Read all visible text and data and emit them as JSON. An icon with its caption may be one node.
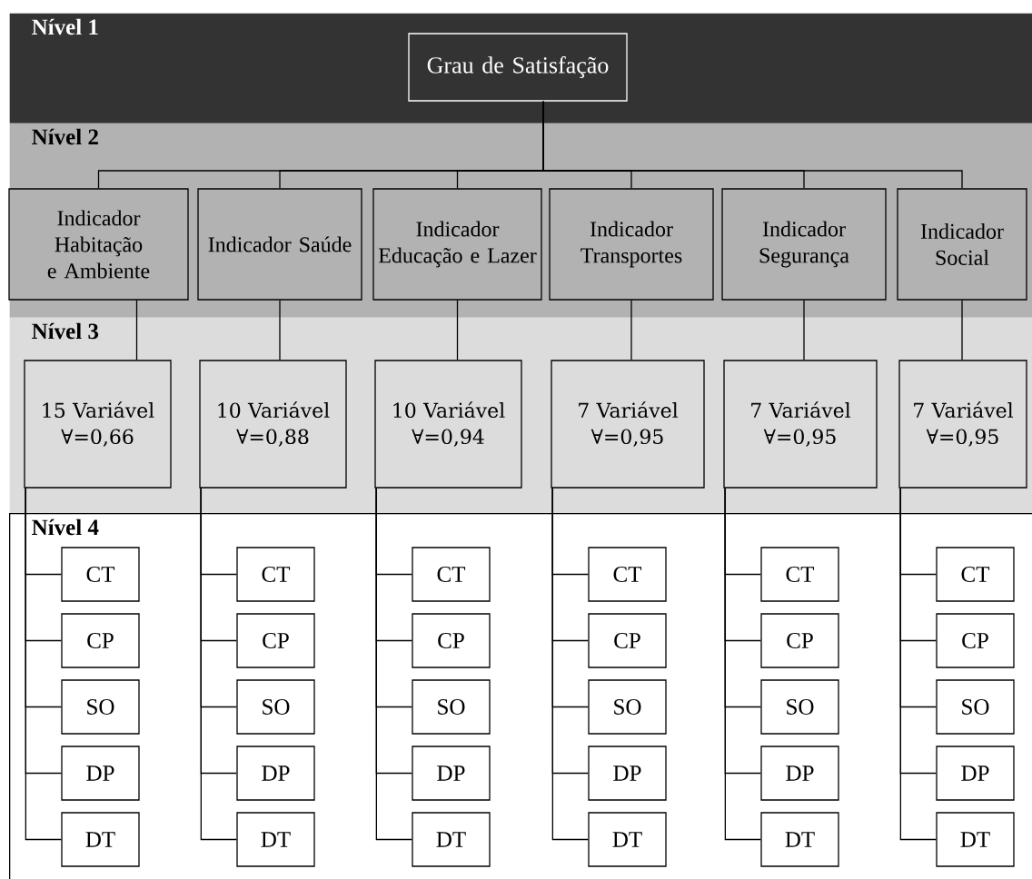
{
  "diagram": {
    "nodes": [
      {
        "text": [
          "Nível 1"
        ]
      },
      {
        "text": [
          "Grau de Satisfação"
        ],
        "in": 0
      },
      {
        "text": [
          "Nível 2"
        ]
      },
      {
        "text": [
          "Indicador Habitação e Ambiente"
        ],
        "in": 2
      },
      {
        "text": [
          "Indicador Saúde"
        ],
        "in": 2
      },
      {
        "text": [
          "Indicador Educação e Lazer"
        ],
        "in": 2
      },
      {
        "text": [
          "Indicador Transportes"
        ],
        "in": 2
      },
      {
        "text": [
          "Indicador Segurança"
        ],
        "in": 2
      },
      {
        "text": [
          "Indicador Social"
        ],
        "in": 2
      },
      {
        "text": [
          "Nível 3"
        ]
      },
      {
        "text": [
          "15 Variável ∀=0,66"
        ],
        "in": 9
      },
      {
        "text": [
          "10 Variável ∀=0,88"
        ],
        "in": 9
      },
      {
        "text": [
          "10 Variável ∀=0,94"
        ],
        "in": 9
      },
      {
        "text": [
          "7 Variável ∀=0,95"
        ],
        "in": 9
      },
      {
        "text": [
          "7 Variável ∀=0,95"
        ],
        "in": 9
      },
      {
        "text": [
          "7 Variável ∀=0,95"
        ],
        "in": 9
      },
      {
        "text": [
          "Nível 4"
        ]
      },
      {
        "text": [
          "CT"
        ],
        "in": 16
      },
      {
        "text": [
          "CP"
        ],
        "in": 16
      },
      {
        "text": [
          "SO"
        ],
        "in": 16
      },
      {
        "text": [
          "DP"
        ],
        "in": 16
      },
      {
        "text": [
          "DT"
        ],
        "in": 16
      },
      {
        "text": [
          "CT"
        ],
        "in": 16
      },
      {
        "text": [
          "CP"
        ],
        "in": 16
      },
      {
        "text": [
          "SO"
        ],
        "in": 16
      },
      {
        "text": [
          "DP"
        ],
        "in": 16
      },
      {
        "text": [
          "DT"
        ],
        "in": 16
      },
      {
        "text": [
          "CT"
        ],
        "in": 16
      },
      {
        "text": [
          "CP"
        ],
        "in": 16
      },
      {
        "text": [
          "SO"
        ],
        "in": 16
      },
      {
        "text": [
          "DP"
        ],
        "in": 16
      },
      {
        "text": [
          "DT"
        ],
        "in": 16
      },
      {
        "text": [
          "CT"
        ],
        "in": 16
      },
      {
        "text": [
          "CP"
        ],
        "in": 16
      },
      {
        "text": [
          "SO"
        ],
        "in": 16
      },
      {
        "text": [
          "DP"
        ],
        "in": 16
      },
      {
        "text": [
          "DT"
        ],
        "in": 16
      },
      {
        "text": [
          "CT"
        ],
        "in": 16
      },
      {
        "text": [
          "CP"
        ],
        "in": 16
      },
      {
        "text": [
          "SO"
        ],
        "in": 16
      },
      {
        "text": [
          "DP"
        ],
        "in": 16
      },
      {
        "text": [
          "DT"
        ],
        "in": 16
      },
      {
        "text": [
          "CT"
        ],
        "in": 16
      },
      {
        "text": [
          "CP"
        ],
        "in": 16
      },
      {
        "text": [
          "SO"
        ],
        "in": 16
      },
      {
        "text": [
          "DP"
        ],
        "in": 16
      },
      {
        "text": [
          "DT"
        ],
        "in": 16
      }
    ],
    "edges": [
      {
        "from": 1,
        "to": 3,
        "arrow": "none"
      },
      {
        "from": 1,
        "to": 4,
        "arrow": "none"
      },
      {
        "from": 1,
        "to": 5,
        "arrow": "none"
      },
      {
        "from": 1,
        "to": 6,
        "arrow": "none"
      },
      {
        "from": 1,
        "to": 7,
        "arrow": "none"
      },
      {
        "from": 1,
        "to": 8,
        "arrow": "none"
      },
      {
        "from": 3,
        "to": 10,
        "arrow": "none"
      },
      {
        "from": 4,
        "to": 11,
        "arrow": "none"
      },
      {
        "from": 5,
        "to": 12,
        "arrow": "none"
      },
      {
        "from": 6,
        "to": 13,
        "arrow": "none"
      },
      {
        "from": 7,
        "to": 14,
        "arrow": "none"
      },
      {
        "from": 8,
        "to": 15,
        "arrow": "none"
      },
      {
        "from": 10,
        "to": 17,
        "arrow": "none"
      },
      {
        "from": 10,
        "to": 18,
        "arrow": "none"
      },
      {
        "from": 10,
        "to": 19,
        "arrow": "none"
      },
      {
        "from": 10,
        "to": 20,
        "arrow": "none"
      },
      {
        "from": 10,
        "to": 21,
        "arrow": "none"
      },
      {
        "from": 11,
        "to": 22,
        "arrow": "none"
      },
      {
        "from": 11,
        "to": 23,
        "arrow": "none"
      },
      {
        "from": 11,
        "to": 24,
        "arrow": "none"
      },
      {
        "from": 11,
        "to": 25,
        "arrow": "none"
      },
      {
        "from": 11,
        "to": 26,
        "arrow": "none"
      },
      {
        "from": 12,
        "to": 27,
        "arrow": "none"
      },
      {
        "from": 12,
        "to": 28,
        "arrow": "none"
      },
      {
        "from": 12,
        "to": 29,
        "arrow": "none"
      },
      {
        "from": 12,
        "to": 30,
        "arrow": "none"
      },
      {
        "from": 12,
        "to": 31,
        "arrow": "none"
      },
      {
        "from": 13,
        "to": 32,
        "arrow": "none"
      },
      {
        "from": 13,
        "to": 33,
        "arrow": "none"
      },
      {
        "from": 13,
        "to": 34,
        "arrow": "none"
      },
      {
        "from": 13,
        "to": 35,
        "arrow": "none"
      },
      {
        "from": 13,
        "to": 36,
        "arrow": "none"
      },
      {
        "from": 14,
        "to": 37,
        "arrow": "none"
      },
      {
        "from": 14,
        "to": 38,
        "arrow": "none"
      },
      {
        "from": 14,
        "to": 39,
        "arrow": "none"
      },
      {
        "from": 14,
        "to": 40,
        "arrow": "none"
      },
      {
        "from": 14,
        "to": 41,
        "arrow": "none"
      },
      {
        "from": 15,
        "to": 42,
        "arrow": "none"
      },
      {
        "from": 15,
        "to": 43,
        "arrow": "none"
      },
      {
        "from": 15,
        "to": 44,
        "arrow": "none"
      },
      {
        "from": 15,
        "to": 45,
        "arrow": "none"
      },
      {
        "from": 15,
        "to": 46,
        "arrow": "none"
      }
    ]
  }
}
